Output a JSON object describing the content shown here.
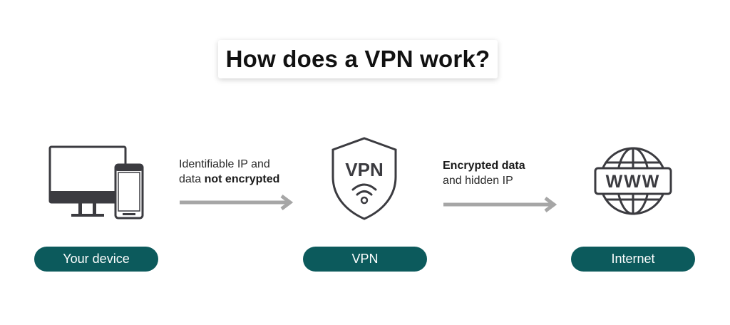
{
  "title": "How does a VPN work?",
  "colors": {
    "accent": "#0c5a5c",
    "icon": "#3b3b40",
    "arrow": "#a6a6a6"
  },
  "nodes": [
    {
      "label": "Your device",
      "icon": "desktop-and-phone-icon"
    },
    {
      "label": "VPN",
      "icon": "vpn-shield-icon",
      "shield_text": "VPN"
    },
    {
      "label": "Internet",
      "icon": "globe-www-icon",
      "globe_text": "WWW"
    }
  ],
  "edges": [
    {
      "line1": "Identifiable IP and",
      "line2_prefix": "data ",
      "line2_bold": "not encrypted"
    },
    {
      "line1_bold": "Encrypted data",
      "line2": "and hidden IP"
    }
  ]
}
